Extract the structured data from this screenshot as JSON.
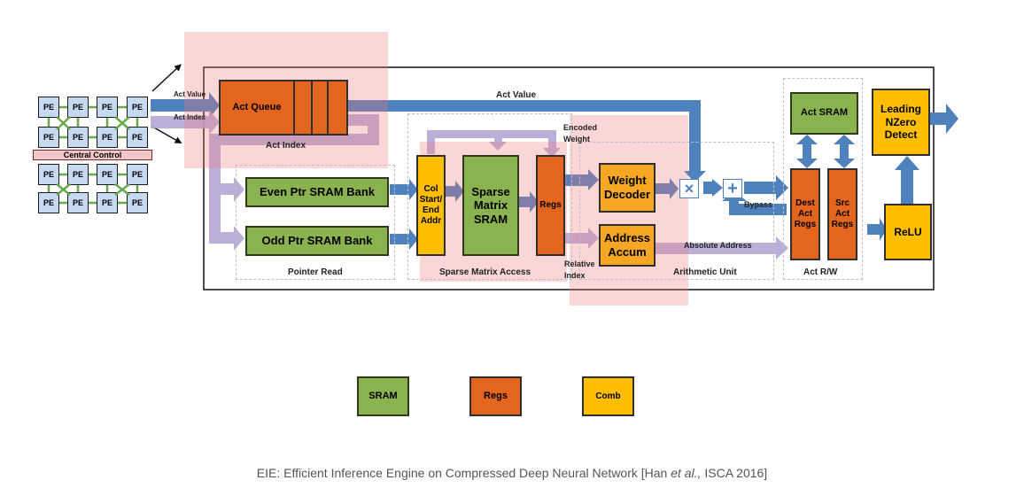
{
  "pe_array": {
    "pe_label": "PE",
    "central_control": "Central Control"
  },
  "blocks": {
    "act_queue": "Act Queue",
    "even_ptr": "Even Ptr SRAM Bank",
    "odd_ptr": "Odd Ptr SRAM Bank",
    "col_start": "Col Start/ End Addr",
    "sparse_matrix": "Sparse Matrix SRAM",
    "regs": "Regs",
    "weight_decoder": "Weight Decoder",
    "address_accum": "Address Accum",
    "act_sram": "Act SRAM",
    "dest_act_regs": "Dest Act Regs",
    "src_act_regs": "Src Act Regs",
    "leading_nzero": "Leading NZero Detect",
    "relu": "ReLU"
  },
  "labels": {
    "act_value_in": "Act Value",
    "act_index_in": "Act Index",
    "act_value_bus": "Act Value",
    "act_index_bus": "Act Index",
    "encoded_weight": "Encoded Weight",
    "bypass": "Bypass",
    "absolute_address": "Absolute Address",
    "relative_index": "Relative Index",
    "multiply_symbol": "×",
    "add_symbol": "+"
  },
  "regions": {
    "pointer_read": "Pointer Read",
    "sparse_matrix_access": "Sparse Matrix Access",
    "arithmetic_unit": "Arithmetic Unit",
    "act_rw": "Act R/W"
  },
  "legend": {
    "sram": "SRAM",
    "regs": "Regs",
    "comb": "Comb"
  },
  "caption": {
    "prefix": "EIE: Efficient Inference Engine on Compressed Deep Neural Network [Han ",
    "etal": "et al.,",
    "suffix": " ISCA 2016]"
  },
  "colors": {
    "sram": "#8ab34f",
    "regs": "#e4651d",
    "comb": "#ffbf00",
    "pe": "#c6d9f1",
    "act_value_arrow": "#4f81bd",
    "act_index_arrow": "#b4a7d6",
    "highlight": "#f08080"
  }
}
